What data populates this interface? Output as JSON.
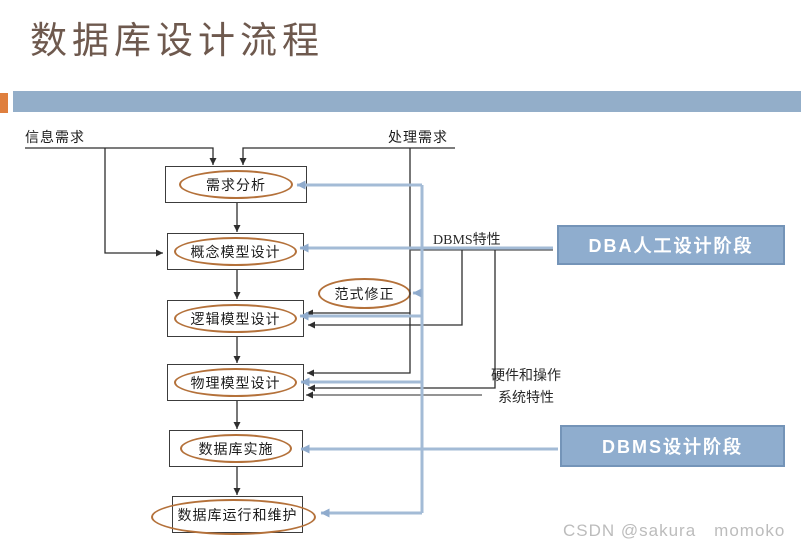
{
  "slide": {
    "title": "数据库设计流程",
    "watermark": "CSDN @sakura　momoko"
  },
  "inputs": {
    "info": "信息需求",
    "process": "处理需求"
  },
  "nodes": {
    "requirement": "需求分析",
    "conceptual": "概念模型设计",
    "normalize": "范式修正",
    "logical": "逻辑模型设计",
    "physical": "物理模型设计",
    "implementation": "数据库实施",
    "maintenance": "数据库运行和维护"
  },
  "annotations": {
    "dbms": "DBMS特性",
    "hw_line1": "硬件和操作",
    "hw_line2": "系统特性"
  },
  "stages": {
    "dba": "DBA人工设计阶段",
    "dbms": "DBMS设计阶段"
  },
  "colors": {
    "accent-orange": "#df7f3e",
    "bar-blue": "#93aec9",
    "stage-fill": "#8fadce",
    "stage-border": "#7494b8",
    "ellipse-brown": "#b4713a",
    "line-black": "#2e2e2e",
    "line-gray": "#555555",
    "connector-blue": "#a3bbd6",
    "connector-blue-arrow": "#8fabcd",
    "title-color": "#6e594e",
    "watermark-color": "#bcbcbc"
  }
}
